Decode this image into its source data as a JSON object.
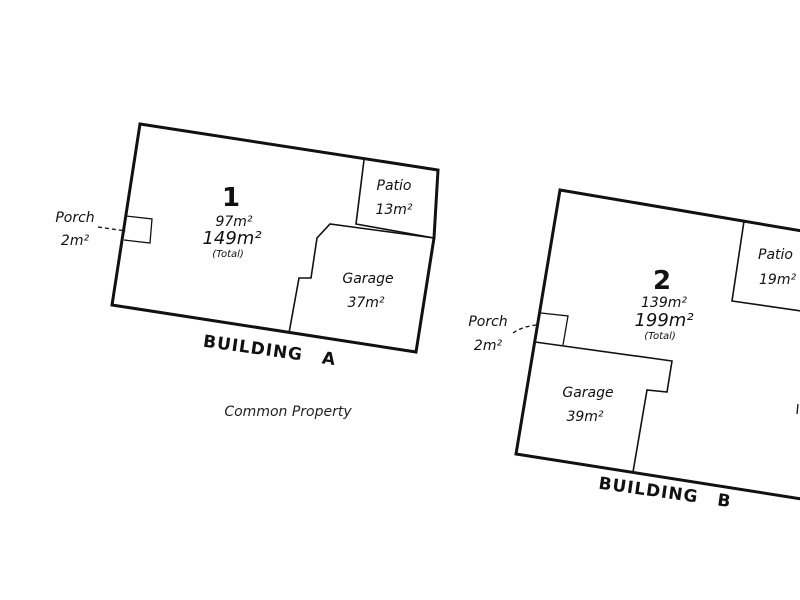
{
  "building_a": {
    "label": "BUILDING",
    "letter": "A",
    "unit": {
      "number": "1",
      "area": "97m²",
      "total_area": "149m²",
      "total_label": "(Total)"
    },
    "patio": {
      "label": "Patio",
      "area": "13m²"
    },
    "garage": {
      "label": "Garage",
      "area": "37m²"
    },
    "porch": {
      "label": "Porch",
      "area": "2m²"
    }
  },
  "building_b": {
    "label": "BUILDING",
    "letter": "B",
    "unit": {
      "number": "2",
      "area": "139m²",
      "total_area": "199m²",
      "total_label": "(Total)"
    },
    "patio": {
      "label": "Patio",
      "area": "19m²"
    },
    "garage": {
      "label": "Garage",
      "area": "39m²"
    },
    "porch": {
      "label": "Porch",
      "area": "2m²"
    }
  },
  "common_property": "Common Property"
}
